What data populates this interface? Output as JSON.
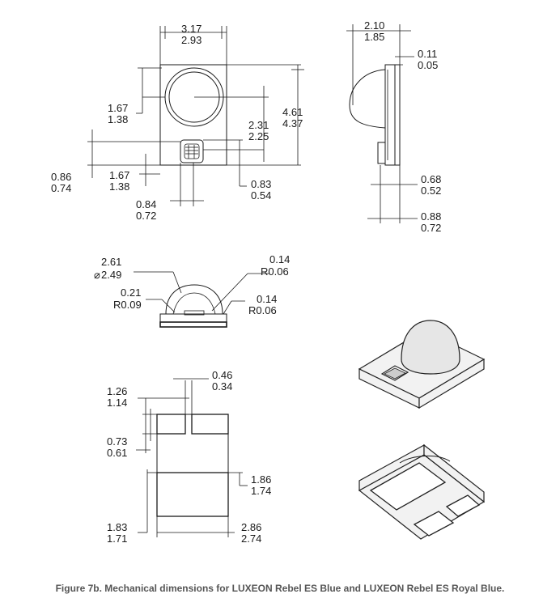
{
  "top_view": {
    "width_max": "3.17",
    "width_min": "2.93",
    "dome_offset_max": "1.67",
    "dome_offset_min": "1.38",
    "dome_to_pad_max": "2.31",
    "dome_to_pad_min": "2.25",
    "height_max": "4.61",
    "height_min": "4.37",
    "pad_bottom_max": "0.86",
    "pad_bottom_min": "0.74",
    "pad_left_max": "1.67",
    "pad_left_min": "1.38",
    "pad_size_max": "0.83",
    "pad_size_min": "0.54",
    "pad_width_max": "0.84",
    "pad_width_min": "0.72"
  },
  "side_view": {
    "depth_max": "2.10",
    "depth_min": "1.85",
    "substrate_max": "0.11",
    "substrate_min": "0.05",
    "lens_edge_max": "0.68",
    "lens_edge_min": "0.52",
    "bottom_max": "0.88",
    "bottom_min": "0.72"
  },
  "lens_view": {
    "diameter_max": "2.61",
    "diameter_min": "2.49",
    "diameter_symbol": "⌀",
    "radius_top_max": "0.14",
    "radius_top_min": "R0.06",
    "radius_left_max": "0.21",
    "radius_left_min": "R0.09",
    "radius_right_max": "0.14",
    "radius_right_min": "R0.06"
  },
  "bottom_view": {
    "gap_max": "0.46",
    "gap_min": "0.34",
    "pad_top_max": "1.26",
    "pad_top_min": "1.14",
    "pad_height_max": "0.73",
    "pad_height_min": "0.61",
    "large_pad_max": "1.86",
    "large_pad_min": "1.74",
    "length_max": "1.83",
    "length_min": "1.71",
    "width_max": "2.86",
    "width_min": "2.74"
  },
  "caption": "Figure 7b. Mechanical dimensions for LUXEON Rebel ES Blue and LUXEON Rebel ES Royal Blue."
}
